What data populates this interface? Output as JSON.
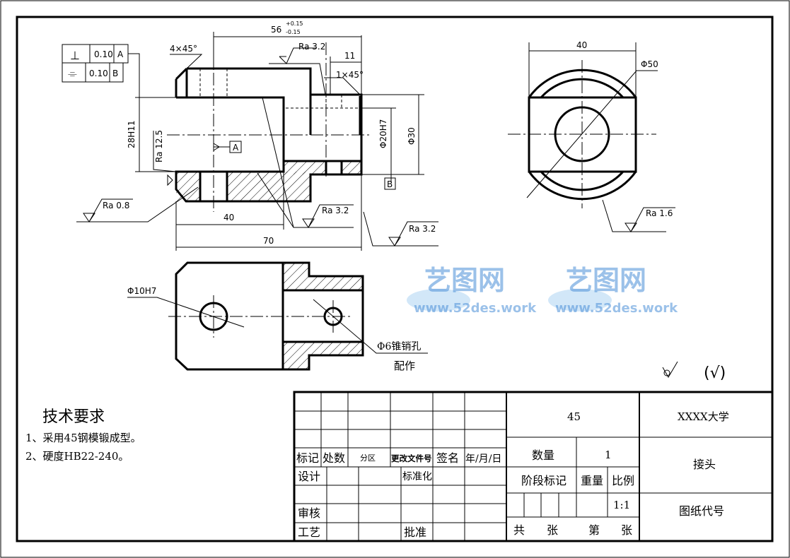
{
  "drawing": {
    "front_view": {
      "dim_length": "56",
      "tol_upper": "+0.15",
      "tol_lower": "-0.15",
      "chamfer_left": "4×45°",
      "chamfer_right": "1×45°",
      "dim_11": "11",
      "dim_slot": "28H11",
      "dim_bore": "Φ20H7",
      "dim_boss": "Φ30",
      "dim_40": "40",
      "dim_70": "70",
      "ra_top": "Ra 3.2",
      "ra_slot": "Ra 12.5",
      "ra_hole": "Ra 0.8",
      "ra_inner": "Ra 3.2",
      "ra_end": "Ra 3.2",
      "datum_a": "A",
      "datum_b": "B",
      "fcf": [
        {
          "symbol": "⊥",
          "value": "0.10",
          "datum": "A"
        },
        {
          "symbol": "⌯",
          "value": "0.10",
          "datum": "B"
        }
      ]
    },
    "side_view": {
      "dim_width": "40",
      "dim_dia": "Φ50",
      "ra": "Ra 1.6"
    },
    "top_view": {
      "hole": "Φ10H7",
      "pin_hole": "Φ6锥销孔",
      "pin_note": "配作"
    },
    "roughness_note": "(√)",
    "watermark": {
      "brand": "艺图网",
      "url": "www.52des.work"
    }
  },
  "tech_req": {
    "title": "技术要求",
    "items": [
      "1、采用45钢模锻成型。",
      "2、硬度HB22-240。"
    ]
  },
  "title_block": {
    "material": "45",
    "school": "XXXX大学",
    "part_name": "接头",
    "drawing_no_label": "图纸代号",
    "qty_label": "数量",
    "qty": "1",
    "stage_label": "阶段标记",
    "weight_label": "重量",
    "scale_label": "比例",
    "scale": "1:1",
    "sheets_total": "共",
    "sheets_unit1": "张",
    "sheet_no": "第",
    "sheets_unit2": "张",
    "rev_headers": [
      "标记",
      "处数",
      "分区",
      "更改文件号",
      "签名",
      "年/月/日"
    ],
    "design": "设计",
    "standard": "标准化",
    "review": "审核",
    "process": "工艺",
    "approve": "批准"
  }
}
